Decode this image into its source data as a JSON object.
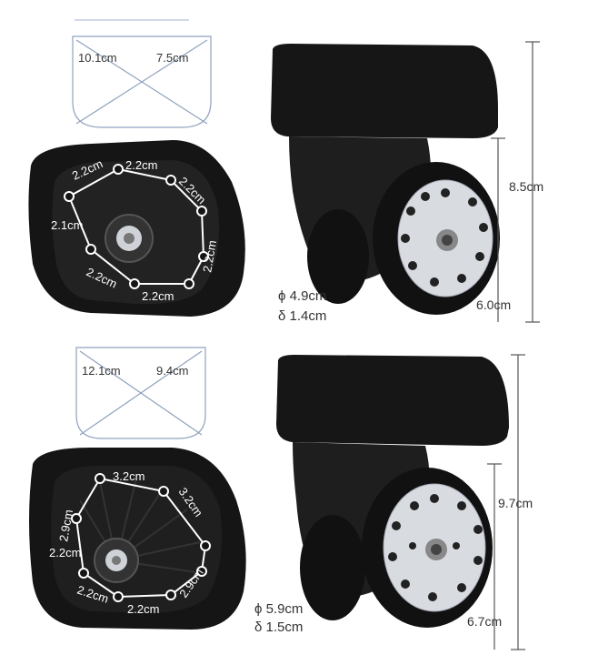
{
  "top": {
    "mount_plate": {
      "width_label": "10.1cm",
      "depth_label": "7.5cm"
    },
    "bolt_spacing": [
      "2.2cm",
      "2.2cm",
      "2.2cm",
      "2.1cm",
      "2.2cm",
      "2.2cm",
      "2.2cm"
    ],
    "height_label": "8.5cm",
    "wheel_height_label": "6.0cm",
    "diameter_label": "ϕ 4.9cm",
    "thickness_label": "δ 1.4cm"
  },
  "bottom": {
    "mount_plate": {
      "width_label": "12.1cm",
      "depth_label": "9.4cm"
    },
    "bolt_spacing": [
      "2.9cm",
      "3.2cm",
      "3.2cm",
      "2.2cm",
      "2.2cm",
      "2.2cm",
      "2.9cm"
    ],
    "height_label": "9.7cm",
    "wheel_height_label": "6.7cm",
    "diameter_label": "ϕ 5.9cm",
    "thickness_label": "δ 1.5cm"
  },
  "colors": {
    "body": "#151515",
    "line": "#8fa2bd",
    "label": "#333333",
    "hub": "#d8dbe0"
  }
}
